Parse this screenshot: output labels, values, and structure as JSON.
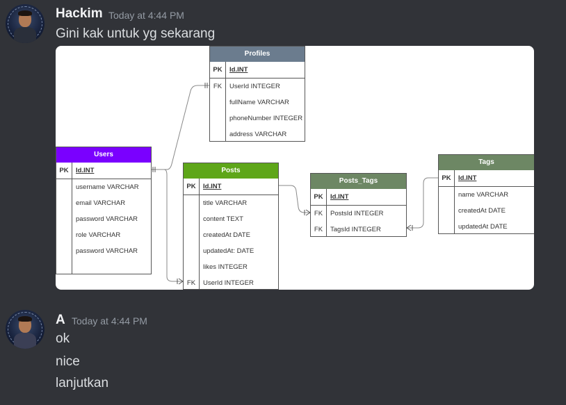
{
  "messages": [
    {
      "username": "Hackim",
      "timestamp": "Today at 4:44 PM",
      "lines": [
        "Gini kak untuk yg sekarang"
      ]
    },
    {
      "username": "A",
      "timestamp": "Today at 4:44 PM",
      "lines": [
        "ok",
        "nice",
        "lanjutkan"
      ]
    }
  ],
  "diagram": {
    "profiles": {
      "title": "Profiles",
      "color": "#6b7c8e",
      "pk": {
        "key": "PK",
        "field": "Id.INT"
      },
      "rows": [
        {
          "key": "FK",
          "field": "UserId INTEGER"
        },
        {
          "key": "",
          "field": "fullName VARCHAR"
        },
        {
          "key": "",
          "field": "phoneNumber INTEGER"
        },
        {
          "key": "",
          "field": "address VARCHAR"
        }
      ]
    },
    "users": {
      "title": "Users",
      "color": "#7a00ff",
      "pk": {
        "key": "PK",
        "field": "Id.INT"
      },
      "rows": [
        {
          "key": "",
          "field": "username VARCHAR"
        },
        {
          "key": "",
          "field": "email VARCHAR"
        },
        {
          "key": "",
          "field": "password VARCHAR"
        },
        {
          "key": "",
          "field": "role VARCHAR"
        },
        {
          "key": "",
          "field": "password VARCHAR"
        }
      ]
    },
    "posts": {
      "title": "Posts",
      "color": "#5ea619",
      "pk": {
        "key": "PK",
        "field": "Id.INT"
      },
      "rows": [
        {
          "key": "",
          "field": "title VARCHAR"
        },
        {
          "key": "",
          "field": "content TEXT"
        },
        {
          "key": "",
          "field": "createdAt DATE"
        },
        {
          "key": "",
          "field": "updatedAt: DATE"
        },
        {
          "key": "",
          "field": "likes INTEGER"
        },
        {
          "key": "FK",
          "field": "UserId INTEGER"
        }
      ]
    },
    "posts_tags": {
      "title": "Posts_Tags",
      "color": "#6d8764",
      "pk": {
        "key": "PK",
        "field": "Id.INT"
      },
      "rows": [
        {
          "key": "FK",
          "field": "PostsId INTEGER"
        },
        {
          "key": "FK",
          "field": "TagsId INTEGER"
        }
      ]
    },
    "tags": {
      "title": "Tags",
      "color": "#6d8764",
      "pk": {
        "key": "PK",
        "field": "Id.INT"
      },
      "rows": [
        {
          "key": "",
          "field": "name VARCHAR"
        },
        {
          "key": "",
          "field": "createdAt DATE"
        },
        {
          "key": "",
          "field": "updatedAt DATE"
        }
      ]
    }
  }
}
